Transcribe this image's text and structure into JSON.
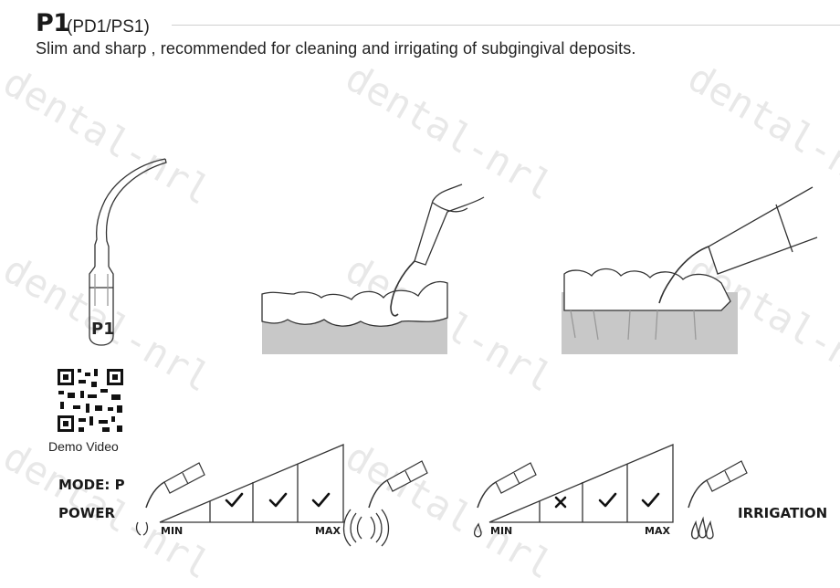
{
  "header": {
    "model": "P1",
    "variants": "(PD1/PS1)",
    "description": "Slim and sharp , recommended for cleaning and irrigating of subgingival deposits."
  },
  "tip_label": "P1",
  "qr_label": "Demo Video",
  "mode_label": "MODE: P",
  "power": {
    "label": "POWER",
    "min_label": "MIN",
    "max_label": "MAX",
    "levels": [
      "check",
      "check",
      "check"
    ]
  },
  "irrigation": {
    "label": "IRRIGATION",
    "min_label": "MIN",
    "max_label": "MAX",
    "levels": [
      "cross",
      "check",
      "check"
    ]
  },
  "watermark_text": "dental-nrl",
  "icons": [
    "scaler-tip-illustration",
    "qr-code-icon",
    "handpiece-icon",
    "vibration-icon",
    "water-drop-icon",
    "check-icon",
    "cross-icon"
  ]
}
